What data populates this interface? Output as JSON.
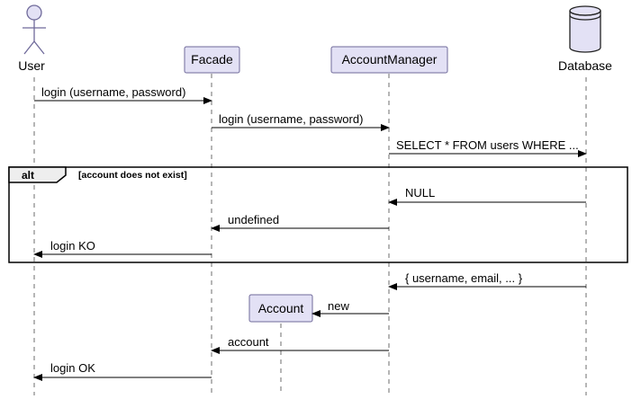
{
  "participants": {
    "user": {
      "label": "User"
    },
    "facade": {
      "label": "Facade"
    },
    "manager": {
      "label": "AccountManager"
    },
    "database": {
      "label": "Database"
    },
    "account": {
      "label": "Account"
    }
  },
  "fragment": {
    "keyword": "alt",
    "condition": "[account does not exist]"
  },
  "messages": [
    {
      "from": "user",
      "to": "facade",
      "label": "login (username, password)"
    },
    {
      "from": "facade",
      "to": "manager",
      "label": "login (username, password)"
    },
    {
      "from": "manager",
      "to": "database",
      "label": "SELECT * FROM users WHERE ..."
    },
    {
      "from": "database",
      "to": "manager",
      "label": "NULL"
    },
    {
      "from": "manager",
      "to": "facade",
      "label": "undefined"
    },
    {
      "from": "facade",
      "to": "user",
      "label": "login KO"
    },
    {
      "from": "database",
      "to": "manager",
      "label": "{ username, email, ... }"
    },
    {
      "from": "manager",
      "to": "account",
      "label": "new"
    },
    {
      "from": "manager",
      "to": "facade",
      "label": "account"
    },
    {
      "from": "facade",
      "to": "user",
      "label": "login OK"
    }
  ],
  "colors": {
    "participant_fill": "#e3e1f5",
    "participant_border": "#6f6a9a",
    "lifeline": "#6e6e6e"
  }
}
